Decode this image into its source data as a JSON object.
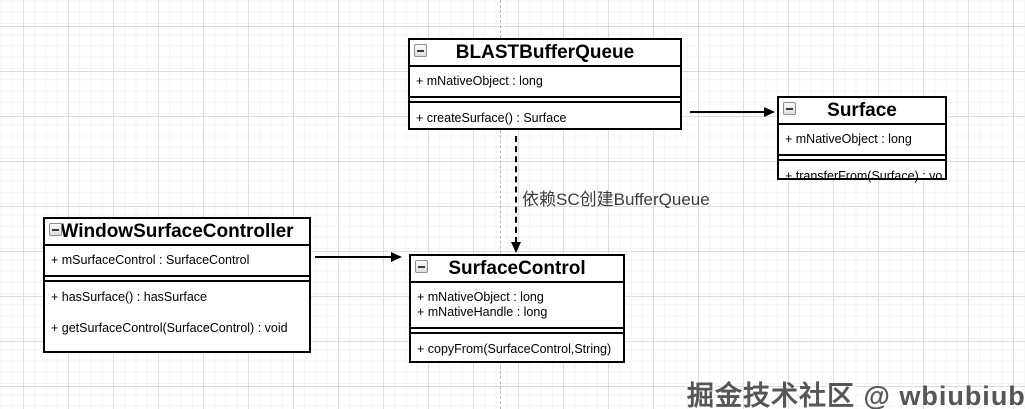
{
  "diagram": {
    "watermark": "掘金技术社区 @ wbiubiubiu",
    "colors": {
      "shape_border": "#000000",
      "shape_fill": "#ffffff",
      "grid_major": "#dcdcdc",
      "grid_minor": "#f4f4f4",
      "page_divider": "#b5b5b5",
      "edge_label_text": "#3c3c3c",
      "watermark_text": "#565656"
    },
    "icons": {
      "collapse": "minus-box"
    }
  },
  "classes": [
    {
      "title": "BLASTBufferQueue",
      "attributes": [
        "+ mNativeObject : long"
      ],
      "methods": [
        "+ createSurface() : Surface"
      ]
    },
    {
      "title": "Surface",
      "attributes": [
        "+ mNativeObject : long"
      ],
      "methods": [
        "+ transferFrom(Surface) : vo"
      ]
    },
    {
      "title": "WindowSurfaceController",
      "attributes": [
        "+ mSurfaceControl : SurfaceControl"
      ],
      "methods": [
        "+ hasSurface() : hasSurface",
        "+ getSurfaceControl(SurfaceControl) : void"
      ]
    },
    {
      "title": "SurfaceControl",
      "attributes": [
        "+ mNativeObject : long",
        "+ mNativeHandle : long"
      ],
      "methods": [
        "+ copyFrom(SurfaceControl,String)"
      ]
    }
  ],
  "edges": [
    {
      "from": "BLASTBufferQueue",
      "to": "Surface",
      "style": "solid",
      "label": ""
    },
    {
      "from": "WindowSurfaceController",
      "to": "SurfaceControl",
      "style": "solid",
      "label": ""
    },
    {
      "from": "BLASTBufferQueue",
      "to": "SurfaceControl",
      "style": "dashed",
      "label": "依赖SC创建BufferQueue"
    }
  ]
}
